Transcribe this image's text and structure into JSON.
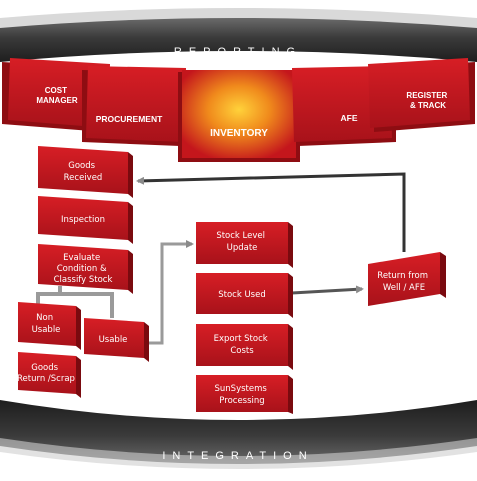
{
  "bands": {
    "top": "REPORTING",
    "bottom": "INTEGRATION"
  },
  "modules": {
    "cost_manager": [
      "COST",
      "MANAGER"
    ],
    "procurement": "PROCUREMENT",
    "inventory": "INVENTORY",
    "afe": "AFE",
    "register_track": [
      "REGISTER",
      "& TRACK"
    ]
  },
  "flow": {
    "goods_received": [
      "Goods",
      "Received"
    ],
    "inspection": "Inspection",
    "evaluate": [
      "Evaluate",
      "Condition &",
      "Classify Stock"
    ],
    "non_usable": [
      "Non",
      "Usable"
    ],
    "usable": "Usable",
    "goods_return": [
      "Goods",
      "Return /Scrap"
    ],
    "stock_level_update": [
      "Stock Level",
      "Update"
    ],
    "stock_used": "Stock Used",
    "export_stock_costs": [
      "Export Stock",
      "Costs"
    ],
    "sunsystems_processing": [
      "SunSystems",
      "Processing"
    ],
    "return_from_well": [
      "Return from",
      "Well / AFE"
    ]
  },
  "colors": {
    "box_red": "#c4161c",
    "box_dark": "#8e0d12",
    "band_dark": "#333333",
    "inventory_glow": "#f5a623"
  }
}
